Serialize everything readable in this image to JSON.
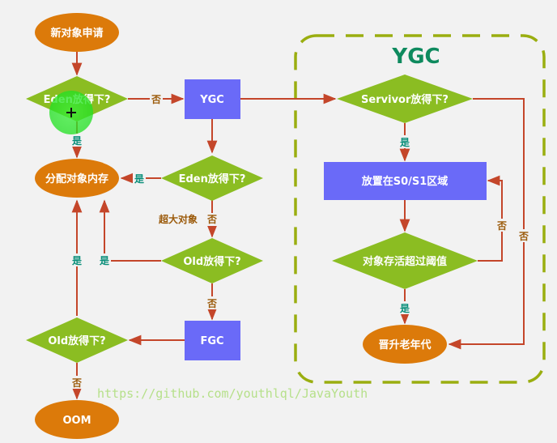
{
  "colors": {
    "background": "#f2f2f2",
    "terminal": "#dc7a0a",
    "decision": "#8bbd22",
    "process": "#6a6af8",
    "edge": "#c4462a",
    "container_border": "#9aae10",
    "yes_label": "#0a8f7a",
    "no_label": "#9b5a0a",
    "title": "#0e8a5e",
    "watermark": "#b6e08a"
  },
  "container": {
    "title": "YGC"
  },
  "nodes": {
    "new_object": {
      "label": "新对象申请",
      "shape": "ellipse"
    },
    "eden_check_1": {
      "label": "Eden放得下?",
      "shape": "diamond"
    },
    "allocate_memory": {
      "label": "分配对象内存",
      "shape": "ellipse"
    },
    "ygc": {
      "label": "YGC",
      "shape": "rect"
    },
    "eden_check_2": {
      "label": "Eden放得下?",
      "shape": "diamond"
    },
    "old_check_1": {
      "label": "Old放得下?",
      "shape": "diamond"
    },
    "fgc": {
      "label": "FGC",
      "shape": "rect"
    },
    "old_check_2": {
      "label": "Old放得下?",
      "shape": "diamond"
    },
    "oom": {
      "label": "OOM",
      "shape": "ellipse"
    },
    "survivor_check": {
      "label": "Servivor放得下?",
      "shape": "diamond"
    },
    "s0s1": {
      "label": "放置在S0/S1区域",
      "shape": "rect"
    },
    "age_check": {
      "label": "对象存活超过阈值",
      "shape": "diamond"
    },
    "promote_old": {
      "label": "晋升老年代",
      "shape": "ellipse"
    }
  },
  "edges": [
    {
      "from": "new_object",
      "to": "eden_check_1",
      "label": ""
    },
    {
      "from": "eden_check_1",
      "to": "ygc",
      "label": "否"
    },
    {
      "from": "eden_check_1",
      "to": "allocate_memory",
      "label": "是"
    },
    {
      "from": "ygc",
      "to": "survivor_check",
      "label": ""
    },
    {
      "from": "ygc",
      "to": "eden_check_2",
      "label": ""
    },
    {
      "from": "eden_check_2",
      "to": "allocate_memory",
      "label": "是"
    },
    {
      "from": "eden_check_2",
      "to": "old_check_1",
      "label": "否",
      "note": "超大对象"
    },
    {
      "from": "old_check_1",
      "to": "allocate_memory",
      "label": "是"
    },
    {
      "from": "old_check_1",
      "to": "fgc",
      "label": "否"
    },
    {
      "from": "fgc",
      "to": "old_check_2",
      "label": ""
    },
    {
      "from": "old_check_2",
      "to": "allocate_memory",
      "label": "是"
    },
    {
      "from": "old_check_2",
      "to": "oom",
      "label": "否"
    },
    {
      "from": "survivor_check",
      "to": "s0s1",
      "label": "是"
    },
    {
      "from": "survivor_check",
      "to": "promote_old",
      "label": "否"
    },
    {
      "from": "s0s1",
      "to": "age_check",
      "label": ""
    },
    {
      "from": "age_check",
      "to": "s0s1",
      "label": "否"
    },
    {
      "from": "age_check",
      "to": "promote_old",
      "label": "是"
    }
  ],
  "edge_labels": {
    "yes": "是",
    "no": "否",
    "huge_object": "超大对象"
  },
  "watermark": "https://github.com/youthlql/JavaYouth"
}
